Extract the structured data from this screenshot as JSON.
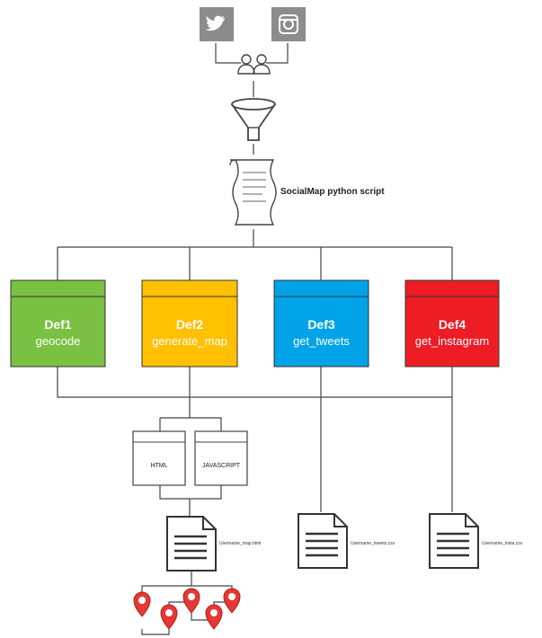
{
  "script": {
    "label": "SocialMap python script"
  },
  "functions": [
    {
      "title": "Def1",
      "name": "geocode",
      "color": "#7ac143"
    },
    {
      "title": "Def2",
      "name": "generate_map",
      "color": "#ffc000"
    },
    {
      "title": "Def3",
      "name": "get_tweets",
      "color": "#00a2e8"
    },
    {
      "title": "Def4",
      "name": "get_instagram",
      "color": "#ee1c24"
    }
  ],
  "web_files": {
    "html": "HTML",
    "javascript": "JAVASCRIPT"
  },
  "outputs": [
    {
      "label": "Username_map.html"
    },
    {
      "label": "Username_tweets.csv"
    },
    {
      "label": "Username_insta.csv"
    }
  ],
  "icons": [
    "twitter-icon",
    "instagram-icon",
    "users-icon",
    "funnel-icon",
    "script-icon",
    "document-icon",
    "map-pin-icon"
  ],
  "colors": {
    "icon_bg": "#8c8c8c",
    "line": "#444444",
    "pin": "#e53935"
  }
}
